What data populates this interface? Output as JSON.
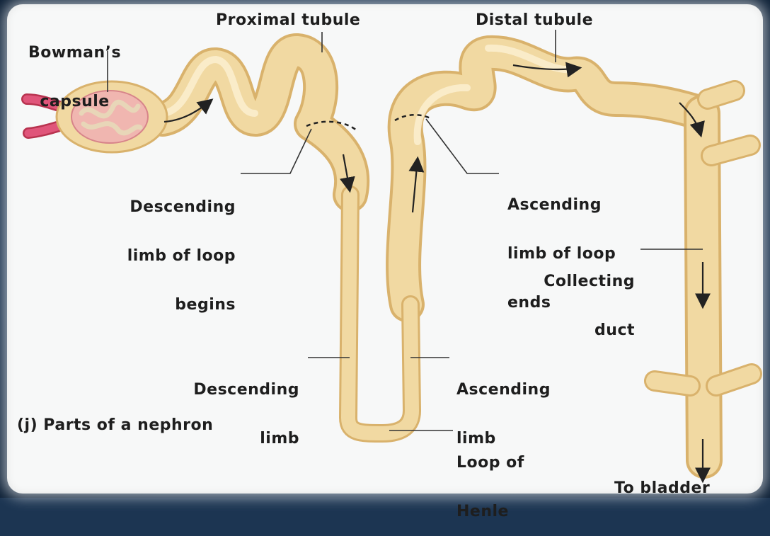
{
  "labels": {
    "bowmans_capsule": [
      "Bowman’s",
      "capsule"
    ],
    "proximal_tubule": "Proximal tubule",
    "distal_tubule": "Distal tubule",
    "descending_limb_begins": [
      "Descending",
      "limb of loop",
      "begins"
    ],
    "ascending_limb_ends": [
      "Ascending",
      "limb of loop",
      "ends"
    ],
    "collecting_duct": [
      "Collecting",
      "duct"
    ],
    "descending_limb": [
      "Descending",
      "limb"
    ],
    "ascending_limb": [
      "Ascending",
      "limb"
    ],
    "loop_of_henle": [
      "Loop of",
      "Henle"
    ],
    "to_bladder": "To bladder",
    "caption": "(j) Parts of a nephron"
  },
  "colors": {
    "tubule_fill": "#f1d9a2",
    "tubule_edge": "#d9b26c",
    "tubule_highlight": "#fbeed0",
    "capillary": "#e0557a",
    "glomerulus": "#f0b6b0",
    "leader": "#333333",
    "frame": "#17304d"
  },
  "icons": [
    "flow-arrow-icon"
  ]
}
